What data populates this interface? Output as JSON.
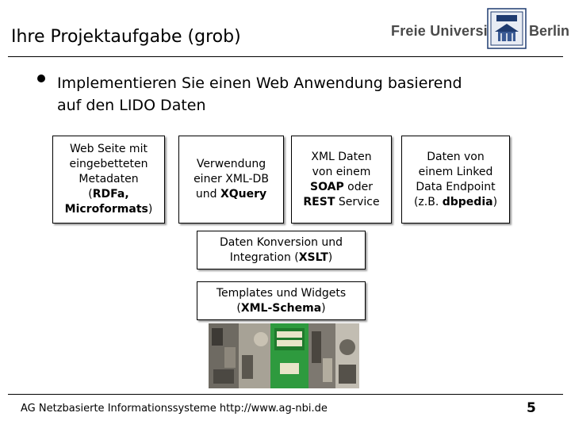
{
  "header": {
    "title": "Ihre Projektaufgabe (grob)",
    "logo_left": "Freie Universität",
    "logo_right": "Berlin"
  },
  "bullet": {
    "text_line1": "Implementieren Sie einen Web Anwendung basierend",
    "text_line2": "auf den LIDO Daten"
  },
  "boxes": {
    "box1": {
      "line1": "Web Seite mit",
      "line2": "eingebetteten",
      "line3": "Metadaten",
      "line4_pre": "(",
      "line4_bold": "RDFa,",
      "line5_bold": "Microformats",
      "line5_post": ")"
    },
    "box2": {
      "line1": "Verwendung",
      "line2": "einer XML-DB",
      "line3_pre": "und ",
      "line3_bold": "XQuery"
    },
    "box3": {
      "line1": "XML Daten",
      "line2": "von einem",
      "line3_bold": "SOAP",
      "line3_post": " oder",
      "line4_bold": "REST",
      "line4_post": " Service"
    },
    "box4": {
      "line1": "Daten von",
      "line2": "einem Linked",
      "line3": "Data Endpoint",
      "line4_pre": "(z.B. ",
      "line4_bold": "dbpedia",
      "line4_post": ")"
    },
    "box5": {
      "line1": "Daten Konversion und",
      "line2_pre": "Integration (",
      "line2_bold": "XSLT",
      "line2_post": ")"
    },
    "box6": {
      "line1": "Templates und Widgets",
      "line2_pre": "(",
      "line2_bold": "XML-Schema",
      "line2_post": ")"
    }
  },
  "footer": {
    "text": "AG Netzbasierte Informationssysteme http://www.ag-nbi.de",
    "page_number": "5"
  },
  "colors": {
    "logo_text": "#4a4a4a",
    "seal_blue": "#1f3b70",
    "thumbnail_green": "#2e9a3e"
  }
}
